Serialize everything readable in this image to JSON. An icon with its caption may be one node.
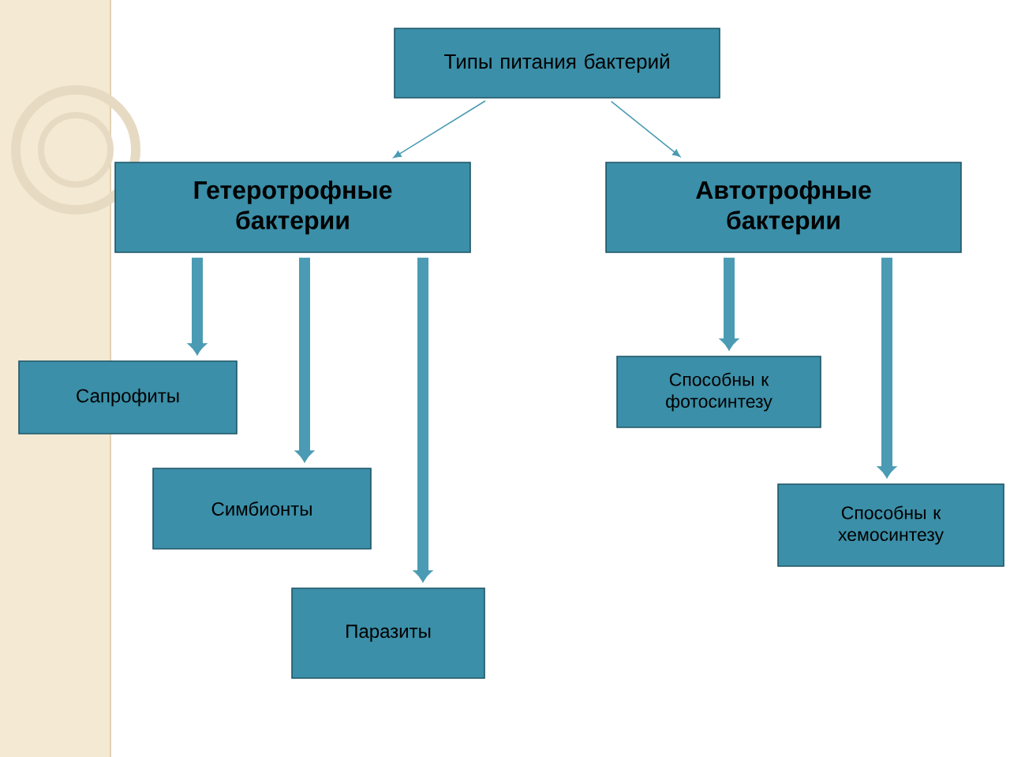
{
  "diagram": {
    "nodes": [
      {
        "text": [
          "Типы питания бактерий"
        ]
      },
      {
        "text": [
          "Гетеротрофные бактерии"
        ]
      },
      {
        "text": [
          "Автотрофные бактерии"
        ]
      },
      {
        "text": [
          "Сапрофиты"
        ]
      },
      {
        "text": [
          "Симбионты"
        ]
      },
      {
        "text": [
          "Паразиты"
        ]
      },
      {
        "text": [
          "Способны к фотосинтезу"
        ]
      },
      {
        "text": [
          "Способны к хемосинтезу"
        ]
      }
    ],
    "edges": [
      {
        "from": 0,
        "to": 1,
        "arrow": "to"
      },
      {
        "from": 0,
        "to": 2,
        "arrow": "to"
      },
      {
        "from": 1,
        "to": 3,
        "arrow": "to"
      },
      {
        "from": 1,
        "to": 4,
        "arrow": "to"
      },
      {
        "from": 1,
        "to": 5,
        "arrow": "to"
      },
      {
        "from": 2,
        "to": 6,
        "arrow": "to"
      },
      {
        "from": 2,
        "to": 7,
        "arrow": "to"
      }
    ]
  }
}
